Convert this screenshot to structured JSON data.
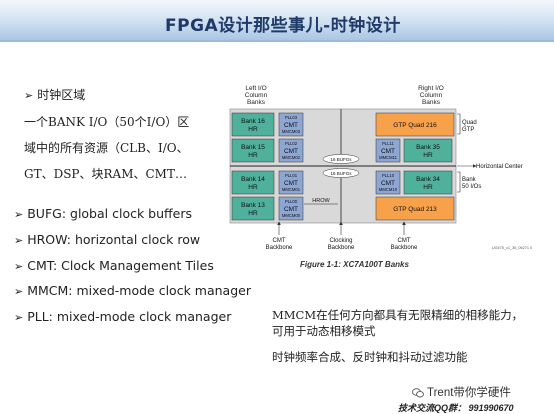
{
  "title": "FPGA设计那些事儿-时钟设计",
  "clock_region": {
    "heading": "时钟区域",
    "lines": [
      "一个BANK I/O（50个I/O）区",
      "域中的所有资源（CLB、I/O、",
      "GT、DSP、块RAM、CMT…"
    ]
  },
  "terms": [
    "BUFG: global clock buffers",
    "HROW: horizontal clock row",
    "CMT: Clock Management Tiles",
    "MMCM: mixed-mode clock manager",
    "PLL: mixed-mode clock manager"
  ],
  "notes": {
    "mmcm_line1": "MMCM在任何方向都具有无限精细的相移能力，",
    "mmcm_line2": "可用于动态相移模式",
    "pll_line": "时钟频率合成、反时钟和抖动过滤功能"
  },
  "diagram": {
    "left_io_label": [
      "Left I/O",
      "Column",
      "Banks"
    ],
    "right_io_label": [
      "Right I/O",
      "Column",
      "Banks"
    ],
    "left_banks": [
      "Bank 16",
      "Bank 15",
      "Bank 14",
      "Bank 13"
    ],
    "bank_suffix": "HR",
    "cmt_label": "CMT",
    "left_plls": [
      "PLL03",
      "PLL02",
      "PLL01",
      "PLL00"
    ],
    "left_mmcms": [
      "MMCM03",
      "MMCM02",
      "MMCM01",
      "MMCM00"
    ],
    "right_plls": [
      "PLL11",
      "PLL10"
    ],
    "right_mmcms": [
      "MMCM11",
      "MMCM10"
    ],
    "right_banks": [
      "Bank  35",
      "Bank 34"
    ],
    "gtp_top": "GTP Quad 216",
    "gtp_bottom": "GTP  Quad 213",
    "bufgs": "16 BUFGs",
    "quad_gtp": [
      "Quad",
      "GTP"
    ],
    "horizontal_center": "Horizontal Center",
    "bank_50": [
      "Bank",
      "50 I/Os"
    ],
    "hrow": "HROW",
    "bottom_labels": {
      "cmt_left": [
        "CMT",
        "Backbone"
      ],
      "clocking": [
        "Clocking",
        "Backbone"
      ],
      "cmt_right": [
        "CMT",
        "Backbone"
      ]
    },
    "ug_code": "UG475_c1_35_06271 0",
    "caption": "Figure 1-1:   XC7A100T Banks"
  },
  "watermark": "Trent带你学硬件",
  "contact": "技术交流QQ群：  991990670",
  "colors": {
    "bank_green": "#4fb09c",
    "cmt_blue": "#8da6d4",
    "gtp_orange": "#f7a24b",
    "title_text": "#1f3a68"
  }
}
